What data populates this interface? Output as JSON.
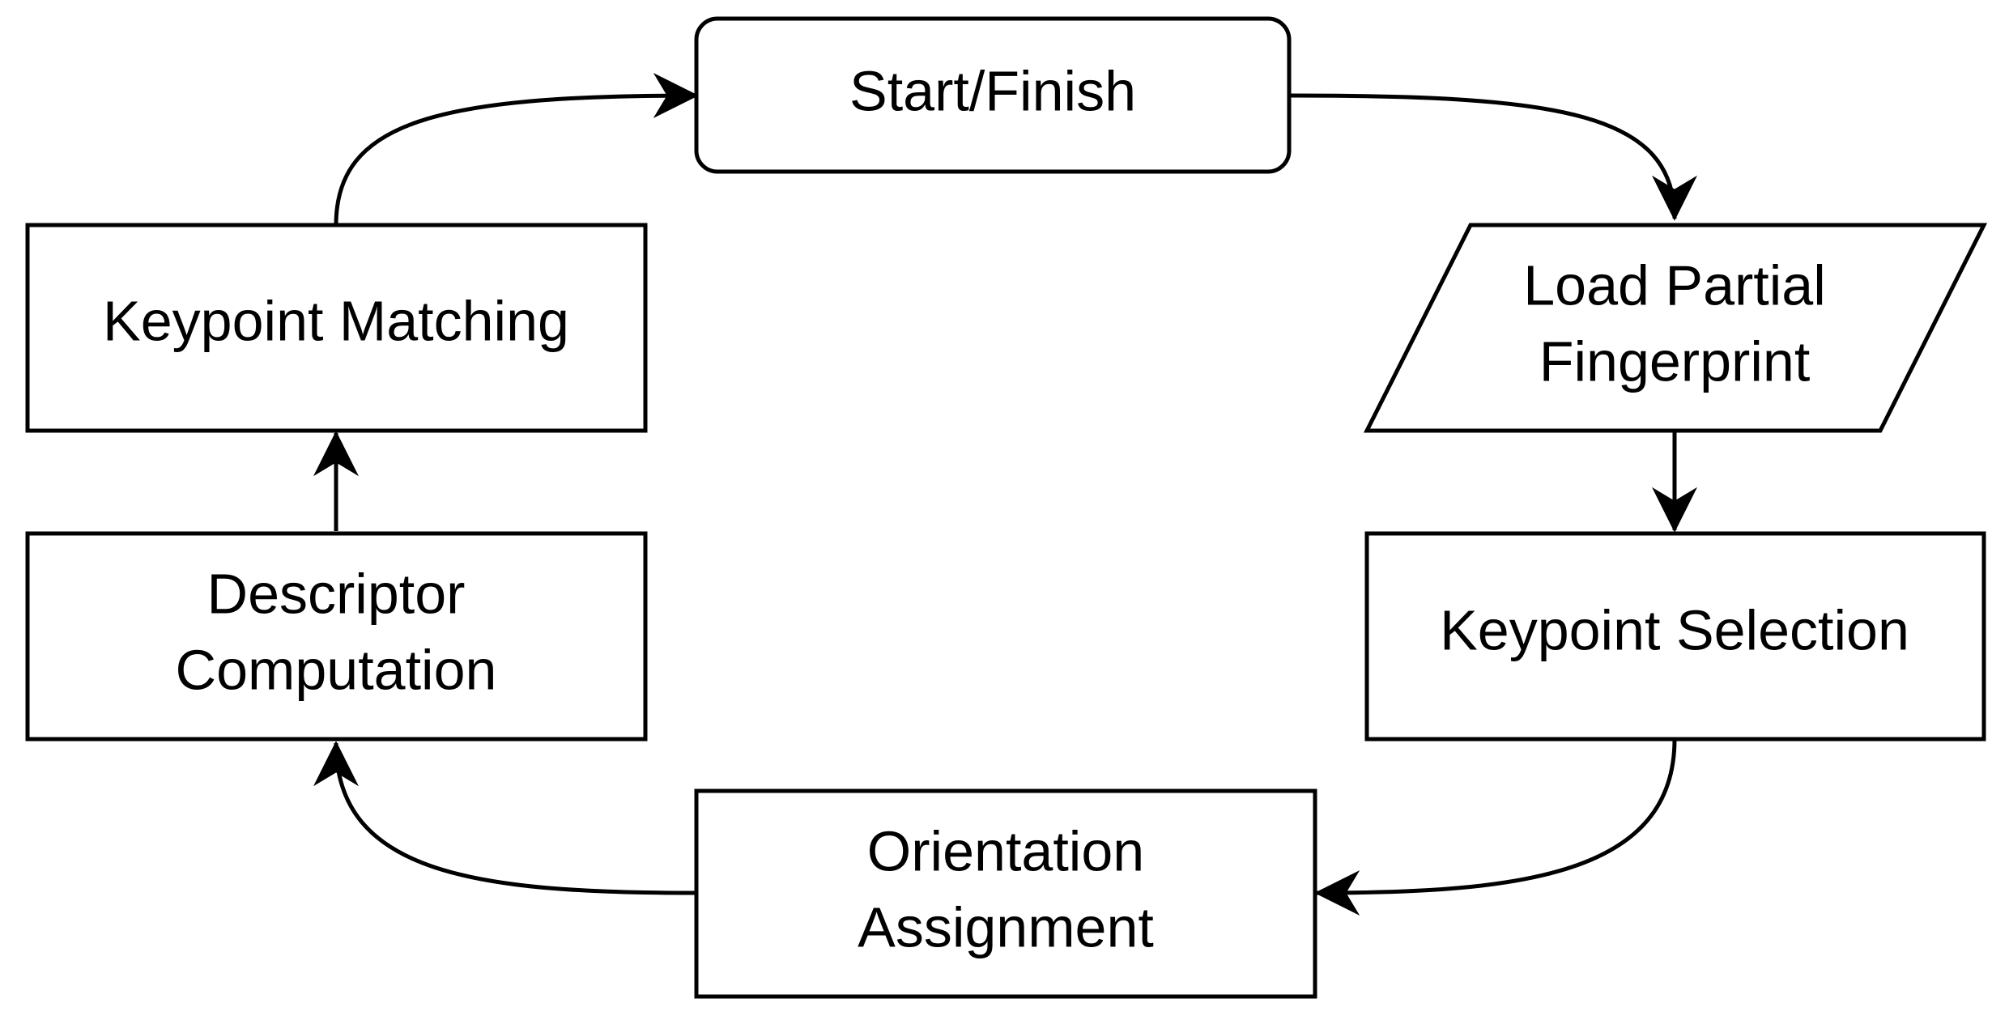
{
  "nodes": {
    "start": {
      "lines": [
        "Start/Finish"
      ]
    },
    "load": {
      "lines": [
        "Load Partial",
        "Fingerprint"
      ]
    },
    "select": {
      "lines": [
        "Keypoint Selection"
      ]
    },
    "orient": {
      "lines": [
        "Orientation",
        "Assignment"
      ]
    },
    "descriptor": {
      "lines": [
        "Descriptor",
        "Computation"
      ]
    },
    "match": {
      "lines": [
        "Keypoint Matching"
      ]
    }
  },
  "colors": {
    "stroke": "#000000",
    "fill": "#ffffff",
    "text": "#000000"
  }
}
